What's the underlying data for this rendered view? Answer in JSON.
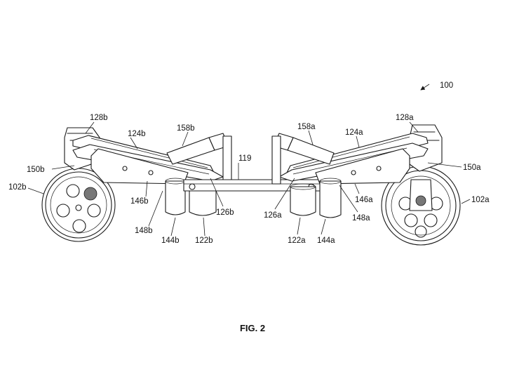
{
  "figure": {
    "caption": "FIG. 2",
    "labels": {
      "l100": "100",
      "l119": "119",
      "l128a": "128a",
      "l128b": "128b",
      "l124a": "124a",
      "l124b": "124b",
      "l158a": "158a",
      "l158b": "158b",
      "l150a": "150a",
      "l150b": "150b",
      "l102a": "102a",
      "l102b": "102b",
      "l146a": "146a",
      "l146b": "146b",
      "l148a": "148a",
      "l148b": "148b",
      "l126a": "126a",
      "l126b": "126b",
      "l122a": "122a",
      "l122b": "122b",
      "l144a": "144a",
      "l144b": "144b"
    }
  }
}
